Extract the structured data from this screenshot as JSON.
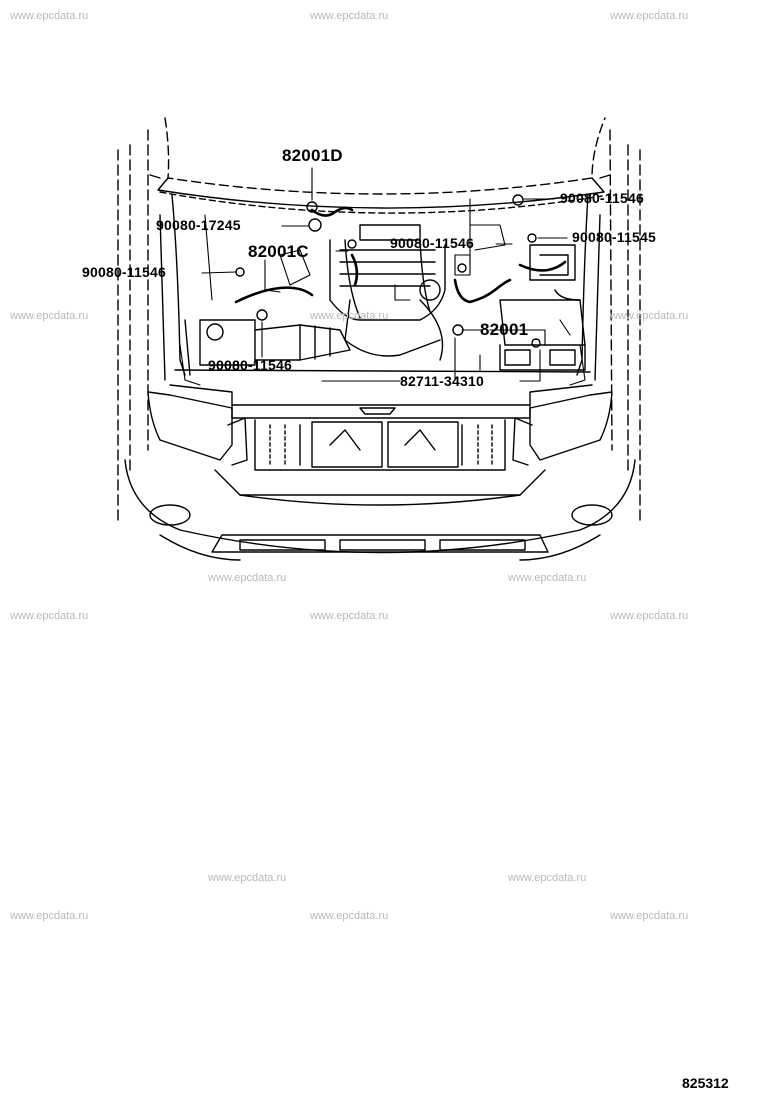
{
  "watermark": "www.epcdata.ru",
  "callouts": {
    "c82001D": "82001D",
    "c90080_17245": "90080-17245",
    "c82001C": "82001C",
    "c90080_11546_left": "90080-11546",
    "c90080_11546_top_right": "90080-11546",
    "c90080_11546_mid": "90080-11546",
    "c90080_11545": "90080-11545",
    "c82001": "82001",
    "c90080_11546_bottom": "90080-11546",
    "c82711_34310": "82711-34310"
  },
  "diagram_id": "825312"
}
